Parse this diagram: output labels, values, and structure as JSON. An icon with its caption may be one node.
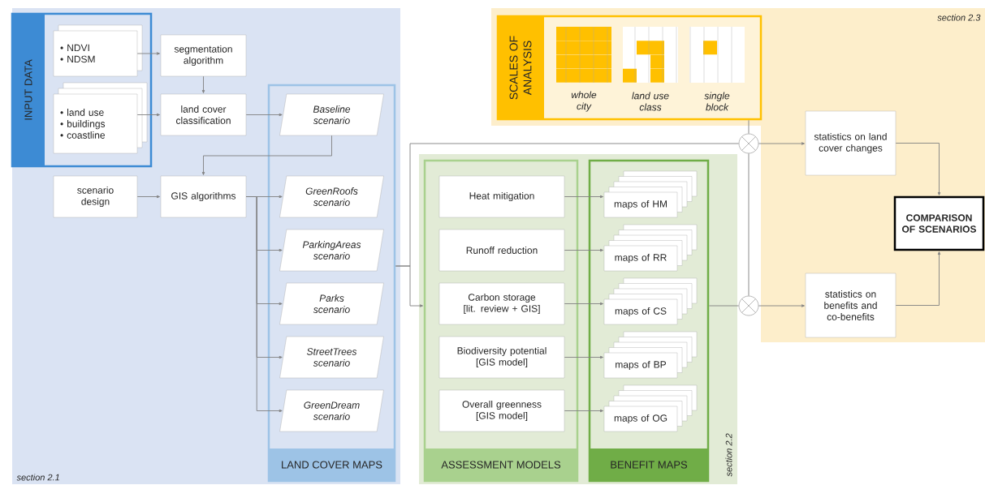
{
  "diagram": {
    "nodes": [
      {
        "text": [
          "section 2.1"
        ]
      },
      {
        "text": [
          "INPUT DATA"
        ],
        "in": 0
      },
      {
        "text": [
          "• NDVI",
          "• NDSM"
        ],
        "in": 1
      },
      {
        "text": [
          "• land use",
          "• buildings",
          "• coastline"
        ],
        "in": 1
      },
      {
        "text": [
          "segmentation algorithm"
        ],
        "in": 0
      },
      {
        "text": [
          "land cover classification"
        ],
        "in": 0
      },
      {
        "text": [
          "scenario design"
        ],
        "in": 0
      },
      {
        "text": [
          "GIS algorithms"
        ],
        "in": 0
      },
      {
        "text": [
          "LAND COVER MAPS"
        ],
        "in": 0
      },
      {
        "text": [
          "Baseline scenario"
        ],
        "in": 8
      },
      {
        "text": [
          "GreenRoofs scenario"
        ],
        "in": 8
      },
      {
        "text": [
          "ParkingAreas scenario"
        ],
        "in": 8
      },
      {
        "text": [
          "Parks scenario"
        ],
        "in": 8
      },
      {
        "text": [
          "StreetTrees scenario"
        ],
        "in": 8
      },
      {
        "text": [
          "GreenDream scenario"
        ],
        "in": 8
      },
      {
        "text": [
          "section 2.2"
        ]
      },
      {
        "text": [
          "ASSESSMENT MODELS"
        ],
        "in": 15
      },
      {
        "text": [
          "Heat mitigation"
        ],
        "in": 16
      },
      {
        "text": [
          "Runoff reduction"
        ],
        "in": 16
      },
      {
        "text": [
          "Carbon storage [lit. review + GIS]"
        ],
        "in": 16
      },
      {
        "text": [
          "Biodiversity potential [GIS model]"
        ],
        "in": 16
      },
      {
        "text": [
          "Overall greenness [GIS model]"
        ],
        "in": 16
      },
      {
        "text": [
          "BENEFIT MAPS"
        ],
        "in": 15
      },
      {
        "text": [
          "maps of HM"
        ],
        "in": 22
      },
      {
        "text": [
          "maps of RR"
        ],
        "in": 22
      },
      {
        "text": [
          "maps of CS"
        ],
        "in": 22
      },
      {
        "text": [
          "maps of BP"
        ],
        "in": 22
      },
      {
        "text": [
          "maps of OG"
        ],
        "in": 22
      },
      {
        "text": [
          "section 2.3"
        ]
      },
      {
        "text": [
          "SCALES OF ANALYSIS",
          "whole city",
          "land use class",
          "single block"
        ],
        "in": 28
      },
      {
        "text": [],
        "shape": "circle"
      },
      {
        "text": [],
        "shape": "circle"
      },
      {
        "text": [
          "statistics on land cover changes"
        ],
        "in": 28
      },
      {
        "text": [
          "statistics on benefits and co-benefits"
        ],
        "in": 28
      },
      {
        "text": [
          "COMPARISON OF SCENARIOS"
        ],
        "in": 28
      }
    ],
    "edges": [
      {
        "from": 2,
        "to": 4,
        "arrow": "to"
      },
      {
        "from": 3,
        "to": 5,
        "arrow": "to"
      },
      {
        "from": 4,
        "to": 5,
        "arrow": "to"
      },
      {
        "from": 5,
        "to": 9,
        "arrow": "to"
      },
      {
        "from": 9,
        "to": 7,
        "arrow": "to"
      },
      {
        "from": 6,
        "to": 7,
        "arrow": "to"
      },
      {
        "from": 7,
        "to": 10,
        "arrow": "to"
      },
      {
        "from": 7,
        "to": 11,
        "arrow": "to"
      },
      {
        "from": 7,
        "to": 12,
        "arrow": "to"
      },
      {
        "from": 7,
        "to": 13,
        "arrow": "to"
      },
      {
        "from": 7,
        "to": 14,
        "arrow": "to"
      },
      {
        "from": 8,
        "to": 30,
        "arrow": "none"
      },
      {
        "from": 8,
        "to": 16,
        "arrow": "to"
      },
      {
        "from": 17,
        "to": 23,
        "arrow": "to"
      },
      {
        "from": 18,
        "to": 24,
        "arrow": "to"
      },
      {
        "from": 19,
        "to": 25,
        "arrow": "to"
      },
      {
        "from": 20,
        "to": 26,
        "arrow": "to"
      },
      {
        "from": 21,
        "to": 27,
        "arrow": "to"
      },
      {
        "from": 22,
        "to": 31,
        "arrow": "none"
      },
      {
        "from": 29,
        "to": 30,
        "arrow": "none"
      },
      {
        "from": 30,
        "to": 31,
        "arrow": "none"
      },
      {
        "from": 30,
        "to": 32,
        "arrow": "to"
      },
      {
        "from": 31,
        "to": 33,
        "arrow": "to"
      },
      {
        "from": 32,
        "to": 34,
        "arrow": "to"
      },
      {
        "from": 33,
        "to": 34,
        "arrow": "to"
      }
    ]
  }
}
